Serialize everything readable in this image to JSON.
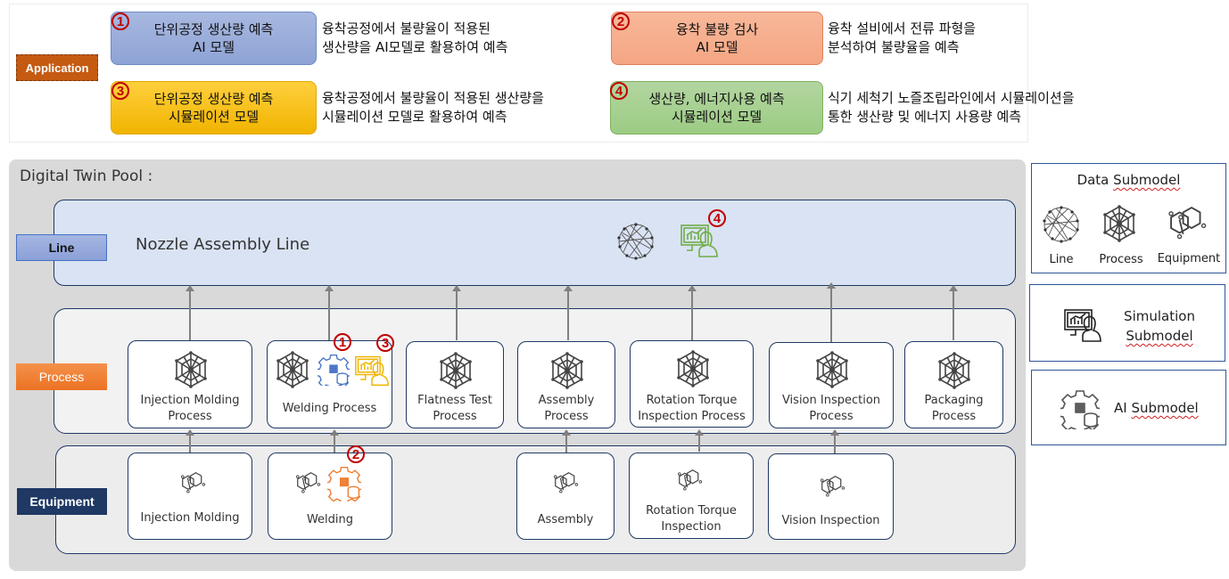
{
  "application": {
    "tag": "Application",
    "items": [
      {
        "number": "1",
        "title_line1": "단위공정 생산량 예측",
        "title_line2": "AI 모델",
        "desc_line1": "융착공정에서 불량율이 적용된",
        "desc_line2": "생산량을 AI모델로 활용하여 예측",
        "color": "#8ea3d5"
      },
      {
        "number": "2",
        "title_line1": "융착 불량 검사",
        "title_line2": "AI 모델",
        "desc_line1": "융착 설비에서 전류 파형을",
        "desc_line2": "분석하여 불량율을 예측",
        "color": "#f4a683"
      },
      {
        "number": "3",
        "title_line1": "단위공정 생산량 예측",
        "title_line2": "시뮬레이션 모델",
        "desc_line1": "융착공정에서 불량율이 적용된 생산량을",
        "desc_line2": "시뮬레이션 모델로 활용하여 예측",
        "color": "#f0b400"
      },
      {
        "number": "4",
        "title_line1": "생산량, 에너지사용 예측",
        "title_line2": "시뮬레이션 모델",
        "desc_line1": "식기 세척기 노즐조립라인에서 시뮬레이션을",
        "desc_line2": "통한 생산량 및 에너지 사용량 예측",
        "color": "#9ccc84"
      }
    ]
  },
  "pool": {
    "title": "Digital Twin Pool :",
    "layers": {
      "line": "Line",
      "process": "Process",
      "equipment": "Equipment"
    },
    "line_name": "Nozzle Assembly Line",
    "line_badge": "4",
    "processes": [
      {
        "line1": "Injection Molding",
        "line2": "Process"
      },
      {
        "line1": "Welding Process",
        "line2": ""
      },
      {
        "line1": "Flatness Test",
        "line2": "Process"
      },
      {
        "line1": "Assembly",
        "line2": "Process"
      },
      {
        "line1": "Rotation Torque",
        "line2": "Inspection Process"
      },
      {
        "line1": "Vision Inspection",
        "line2": "Process"
      },
      {
        "line1": "Packaging",
        "line2": "Process"
      }
    ],
    "process_badges": [
      "1",
      "3"
    ],
    "equipment": [
      {
        "line1": "Injection Molding",
        "line2": ""
      },
      {
        "line1": "Welding",
        "line2": ""
      },
      {
        "line1": "Assembly",
        "line2": ""
      },
      {
        "line1": "Rotation Torque",
        "line2": "Inspection"
      },
      {
        "line1": "Vision Inspection",
        "line2": ""
      }
    ],
    "equipment_badge": "2"
  },
  "legend": {
    "data_title_word1": "Data",
    "data_title_word2": "Submodel",
    "data_items": [
      "Line",
      "Process",
      "Equipment"
    ],
    "simulation_line1": "Simulation",
    "simulation_line2": "Submodel",
    "ai_word1": "AI",
    "ai_word2": "Submodel"
  },
  "colors": {
    "ai_blue": "#4472c4",
    "sim_yellow": "#f0b400",
    "ai_orange": "#ed7d31",
    "sim_green": "#70ad47",
    "badge_red": "#c00000",
    "icon_gray": "#404040"
  }
}
